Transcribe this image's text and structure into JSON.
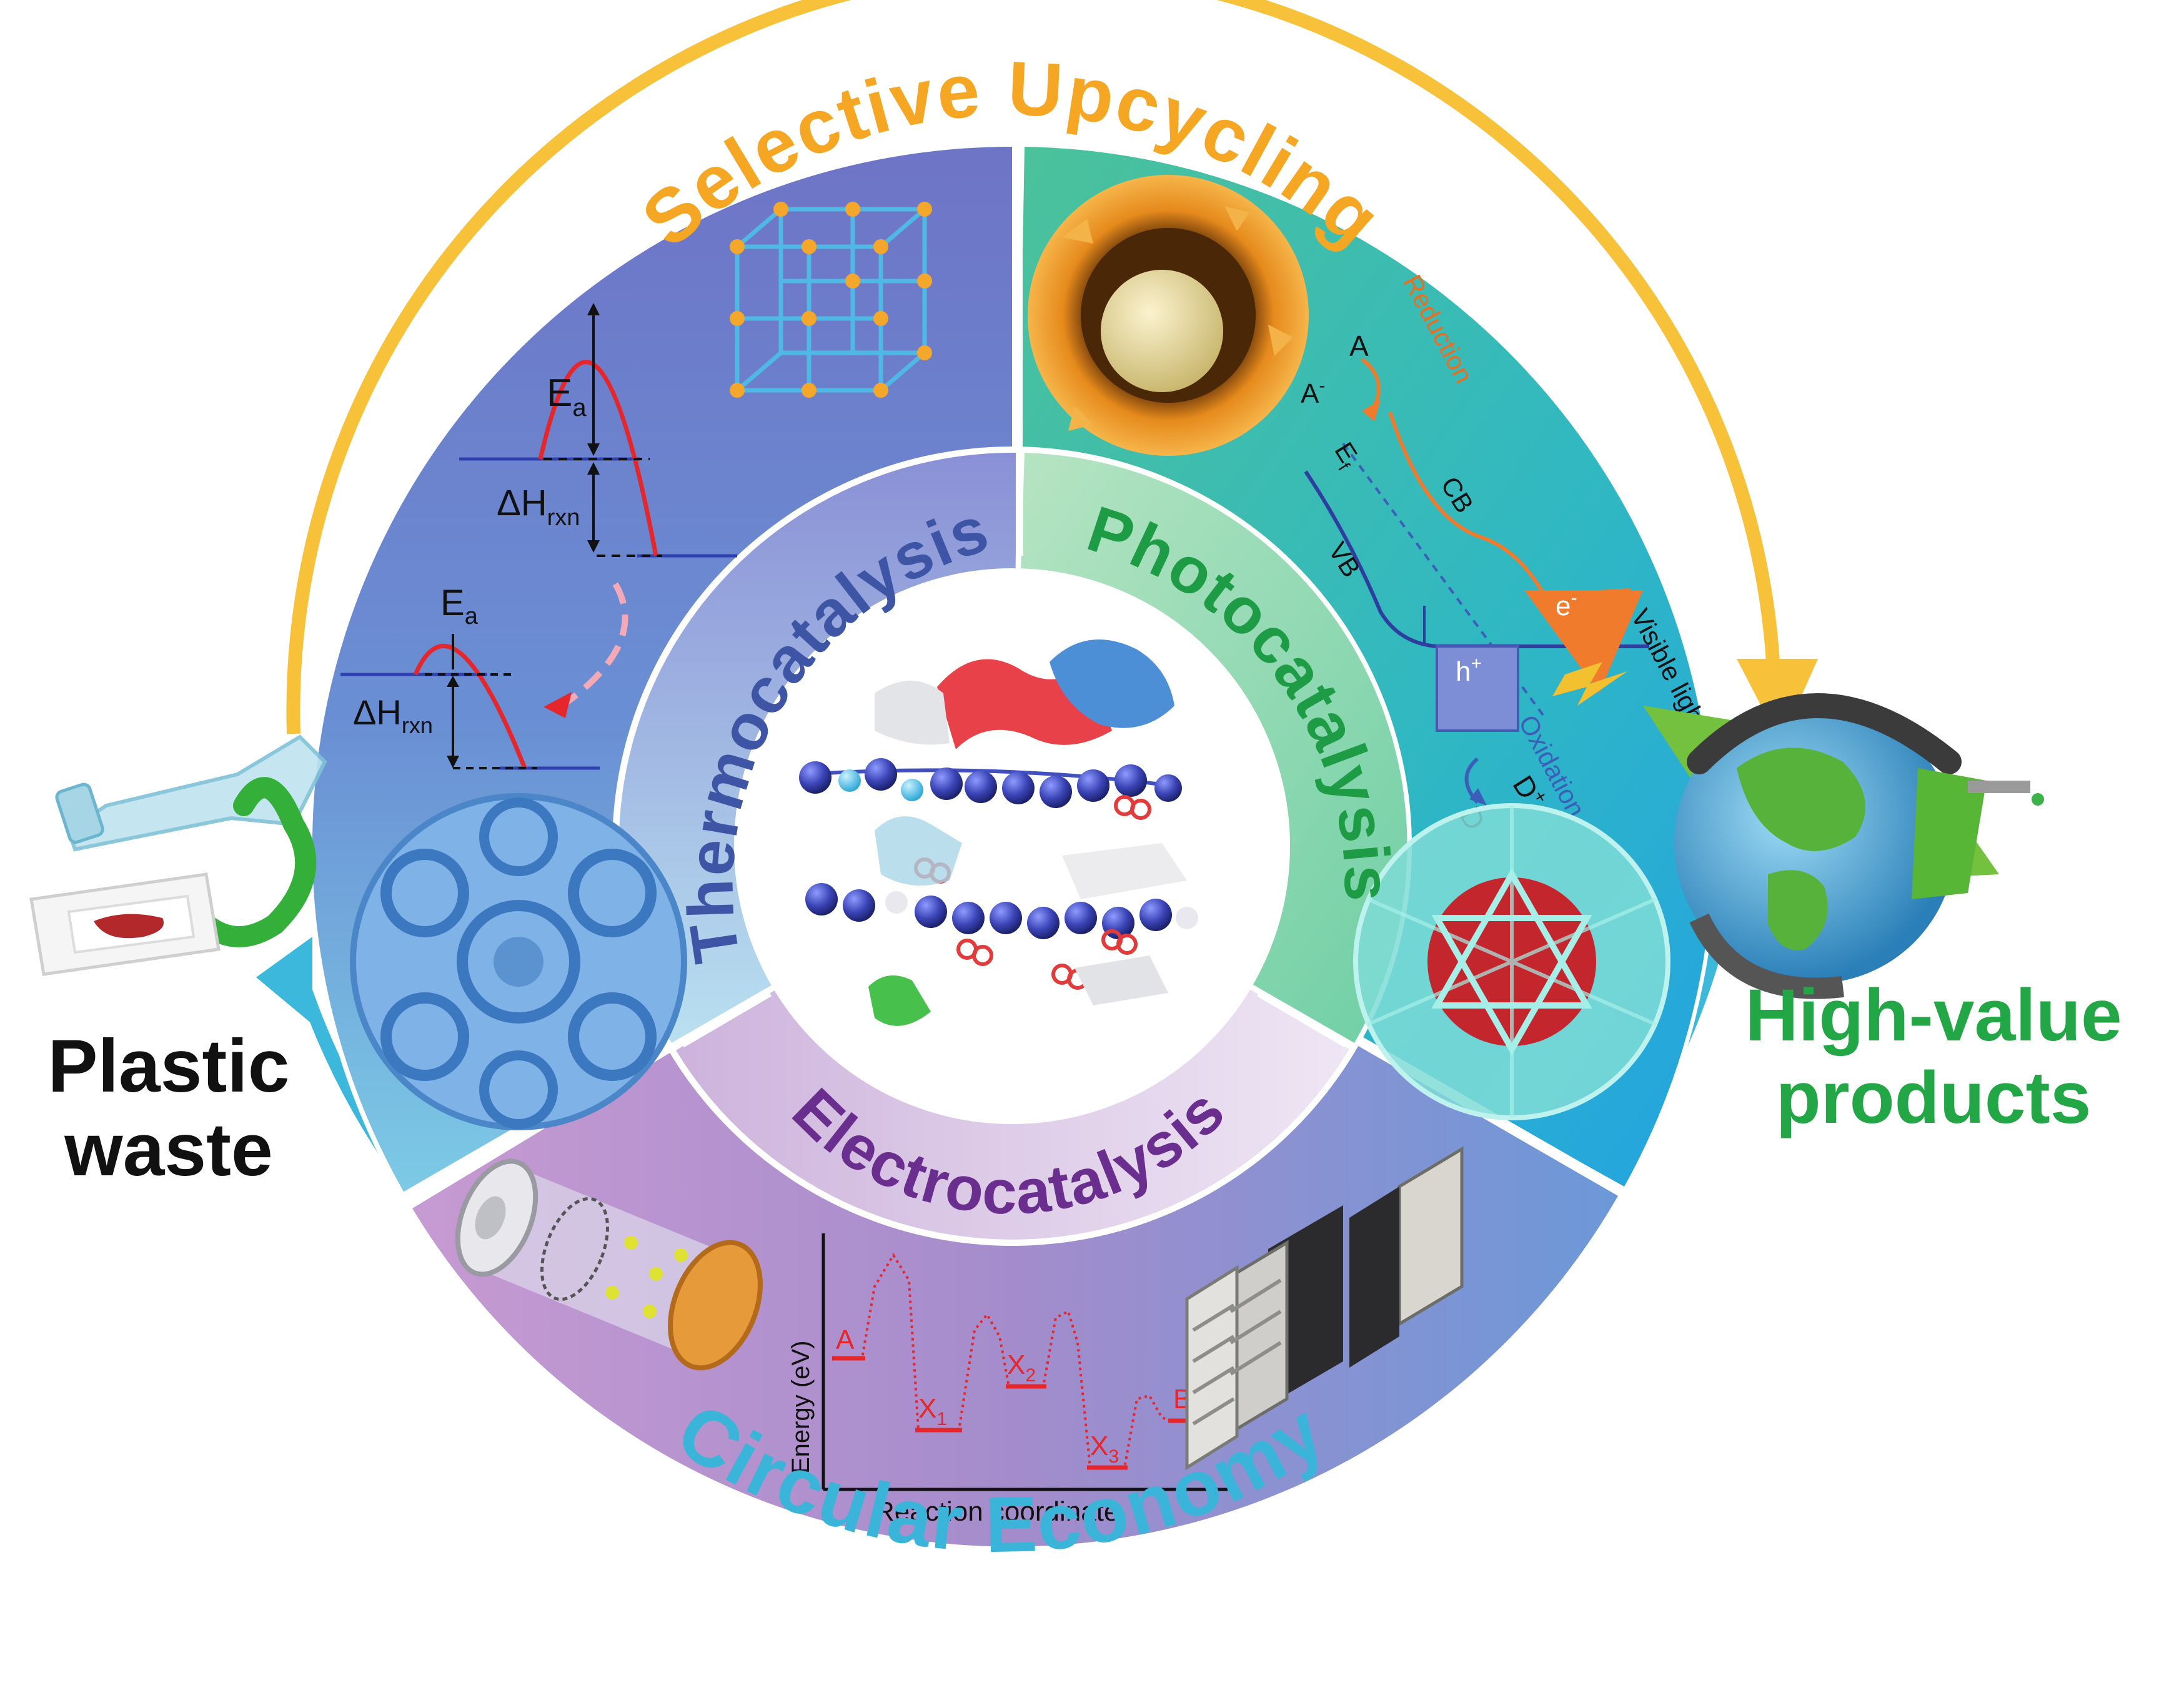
{
  "outer": {
    "top_arc_text": "Selective Upcycling",
    "bottom_arc_text": "Circular Economy",
    "left_label_line1": "Plastic",
    "left_label_line2": "waste",
    "right_label_line1": "High-value",
    "right_label_line2": "products"
  },
  "inner": {
    "thermo": "Thermocatalysis",
    "photo": "Photocatalysis",
    "electro": "Electrocatalysis"
  },
  "thermo_panel": {
    "ea_main": "E",
    "ea_sub": "a",
    "dh_main": "ΔH",
    "dh_sub": "rxn",
    "ea2_main": "E",
    "ea2_sub": "a",
    "dh2_main": "ΔH",
    "dh2_sub": "rxn"
  },
  "photo_panel": {
    "a_label": "A",
    "a_minus": "A",
    "a_minus_sup": "-",
    "reduction": "Reduction",
    "ef_main": "E",
    "ef_sub": "f",
    "cb": "CB",
    "vb": "VB",
    "e_main": "e",
    "e_sup": "-",
    "h_main": "h",
    "h_sup": "+",
    "visible_light": "Visible light",
    "oxidation": "Oxidation",
    "d_label": "D",
    "d_plus": "D",
    "d_plus_sup": "+"
  },
  "electro_panel": {
    "yaxis": "Energy (eV)",
    "xaxis": "Reaction coordinate",
    "state_a": "A",
    "state_x1": "X",
    "state_x1_sub": "1",
    "state_x2": "X",
    "state_x2_sub": "2",
    "state_x3": "X",
    "state_x3_sub": "3",
    "state_b": "B"
  },
  "colors": {
    "top_arc": "#f8c13a",
    "bottom_arc": "#3bb8dc",
    "top_text": "#f5a623",
    "bottom_text": "#3ab4d8",
    "thermo_text": "#3e55a6",
    "photo_text": "#1e9b45",
    "electro_text": "#6a2f8e",
    "right_label": "#23a746",
    "red_curve": "#e5262b"
  }
}
